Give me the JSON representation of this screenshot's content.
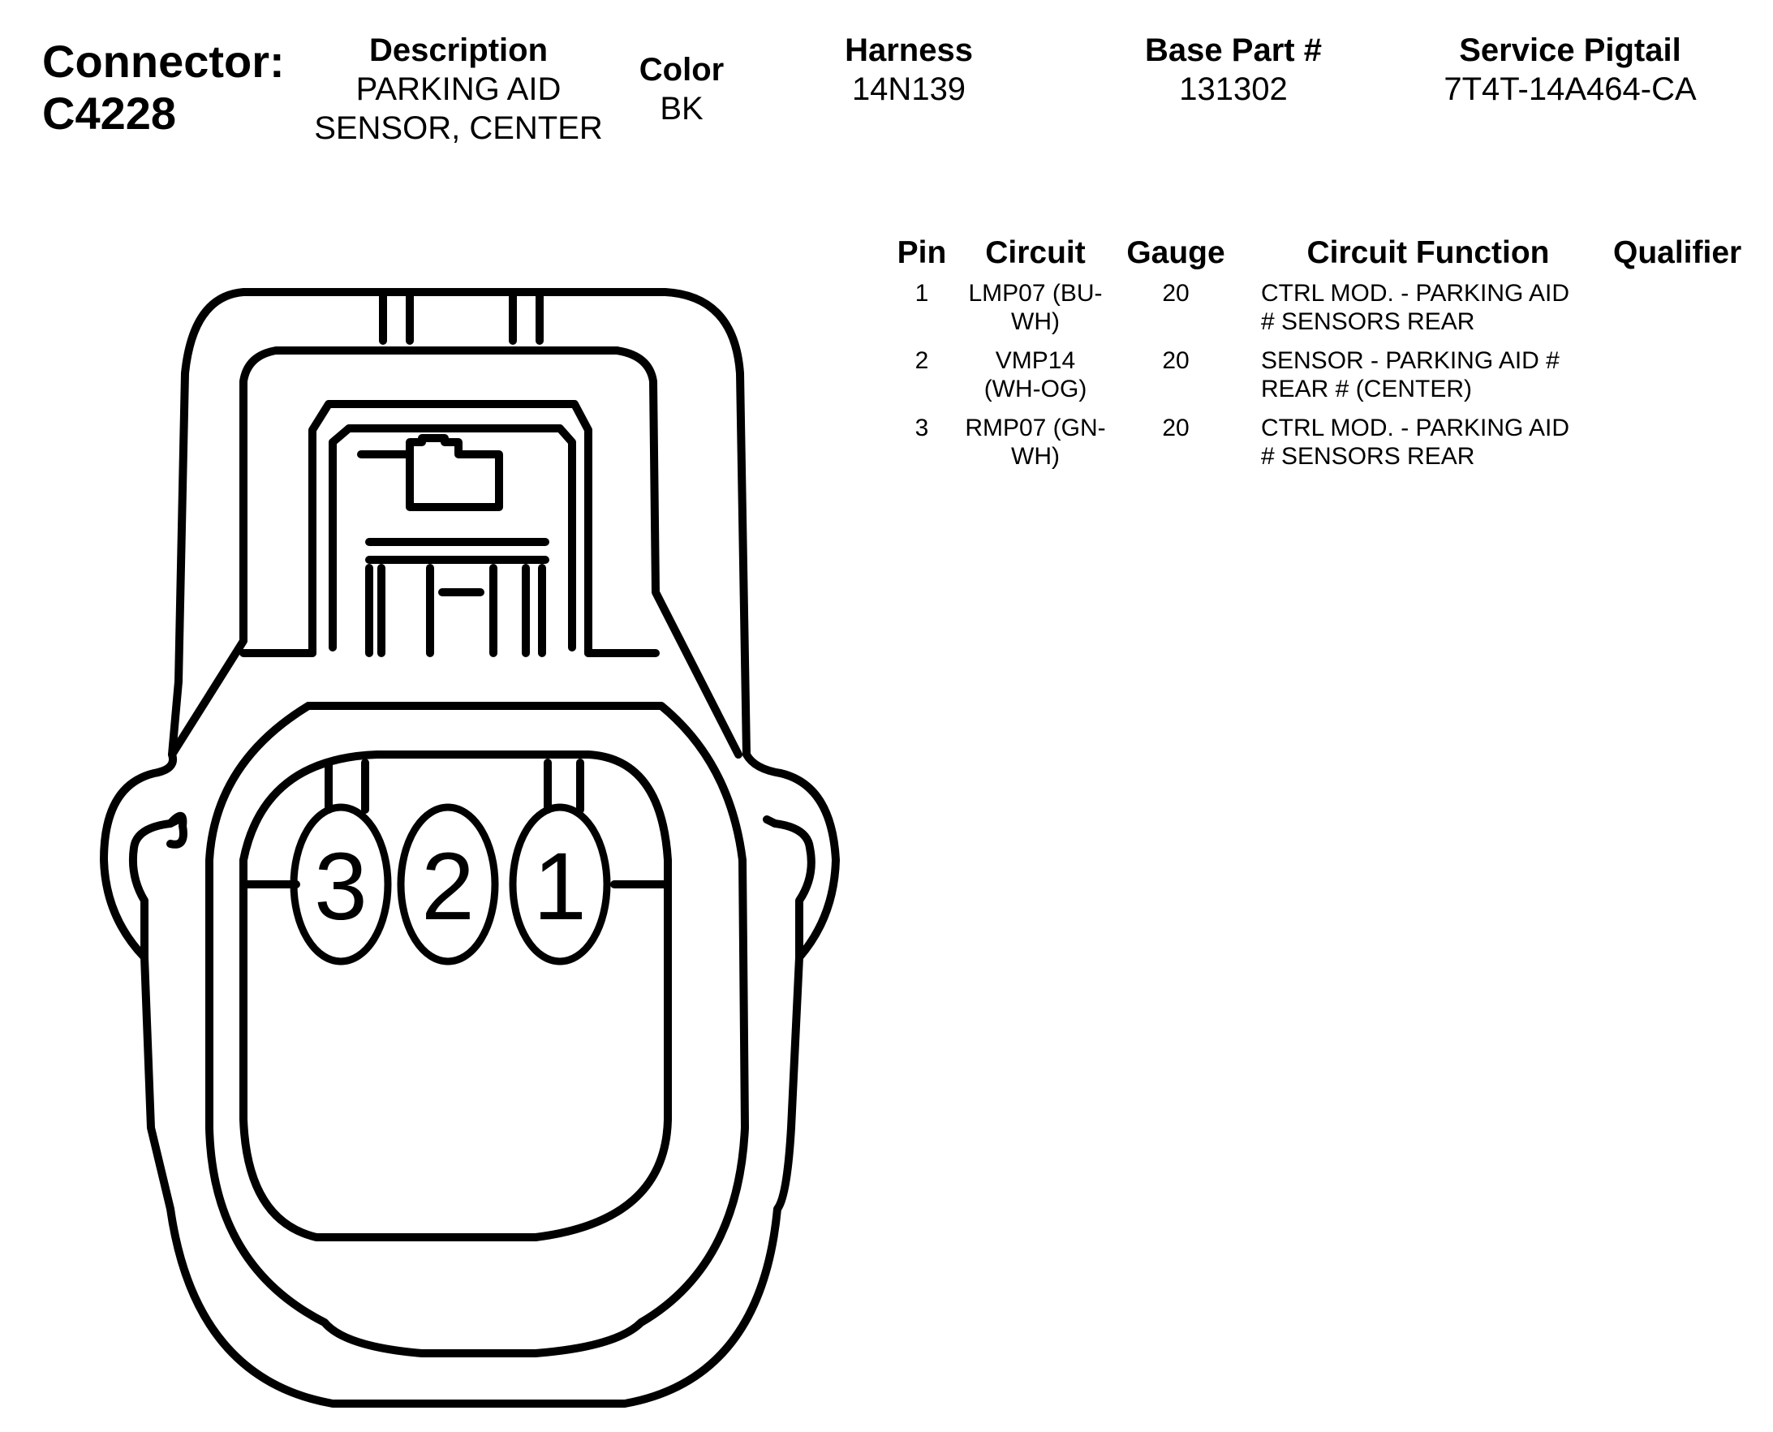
{
  "header": {
    "connector_label": "Connector:",
    "connector_id": "C4228",
    "description_label": "Description",
    "description_line1": "PARKING AID",
    "description_line2": "SENSOR, CENTER",
    "color_label": "Color",
    "color_value": "BK",
    "harness_label": "Harness",
    "harness_value": "14N139",
    "base_part_label": "Base Part #",
    "base_part_value": "131302",
    "pigtail_label": "Service Pigtail",
    "pigtail_value": "7T4T-14A464-CA"
  },
  "pin_table": {
    "headers": {
      "pin": "Pin",
      "circuit": "Circuit",
      "gauge": "Gauge",
      "function": "Circuit Function",
      "qualifier": "Qualifier"
    },
    "rows": [
      {
        "pin": "1",
        "circuit_line1": "LMP07 (BU-",
        "circuit_line2": "WH)",
        "gauge": "20",
        "function_line1": "CTRL MOD. - PARKING AID",
        "function_line2": "# SENSORS REAR",
        "qualifier": ""
      },
      {
        "pin": "2",
        "circuit_line1": "VMP14",
        "circuit_line2": "(WH-OG)",
        "gauge": "20",
        "function_line1": "SENSOR - PARKING AID #",
        "function_line2": "REAR # (CENTER)",
        "qualifier": ""
      },
      {
        "pin": "3",
        "circuit_line1": "RMP07 (GN-",
        "circuit_line2": "WH)",
        "gauge": "20",
        "function_line1": "CTRL MOD. - PARKING AID",
        "function_line2": "# SENSORS REAR",
        "qualifier": ""
      }
    ]
  },
  "connector_face": {
    "pin_labels": [
      "3",
      "2",
      "1"
    ]
  }
}
